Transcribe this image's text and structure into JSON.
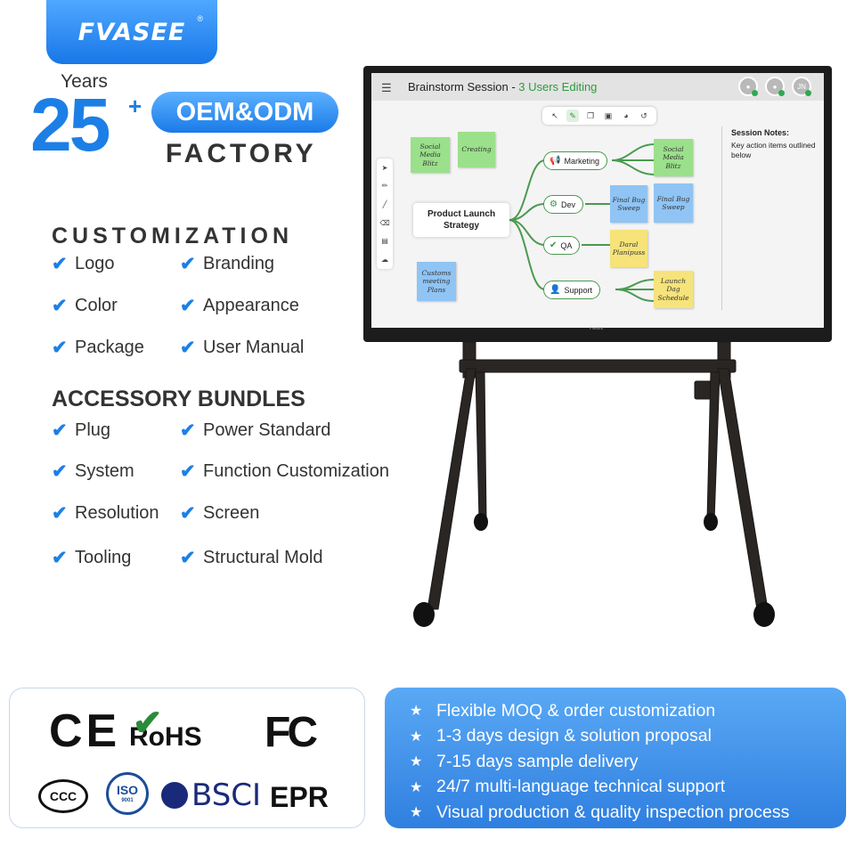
{
  "brand": {
    "name": "FVASEE",
    "trademark": "®"
  },
  "hero": {
    "years_label": "Years",
    "number": "25",
    "plus": "+",
    "pill": "OEM&ODM",
    "factory": "FACTORY"
  },
  "customization": {
    "title": "CUSTOMIZATION",
    "items": [
      "Logo",
      "Branding",
      "Color",
      "Appearance",
      "Package",
      "User Manual"
    ]
  },
  "accessory": {
    "title": "ACCESSORY BUNDLES",
    "items": [
      "Plug",
      "Power Standard",
      "System",
      "Function Customization",
      "Resolution",
      "Screen",
      "Tooling",
      "Structural Mold"
    ]
  },
  "whiteboard": {
    "title": "Brainstorm Session - ",
    "editing": "3 Users Editing",
    "avatar_initials": "JN",
    "notes_title": "Session Notes:",
    "notes_body": "Key action items outlined below",
    "center_node": "Product Launch Strategy",
    "branches": [
      "Marketing",
      "Dev",
      "QA",
      "Support"
    ],
    "stickies": {
      "s1": "Social Media Blitz",
      "s2": "Creating",
      "s3": "Social Media Blitz",
      "s4": "Final Bug Sweep",
      "s5": "Final Bug Sweep",
      "s6": "Daral Planipuss",
      "s7": "Customs meeting Plans",
      "s8": "Launch Dag Schedule"
    },
    "bezel_brand": "FVASEE"
  },
  "certifications": {
    "ce": "CE",
    "rohs": "RoHS",
    "fcc": "FC",
    "ccc": "CCC",
    "iso": "ISO",
    "iso_num": "9001",
    "bsci": "BSCI",
    "epr": "EPR"
  },
  "benefits": [
    "Flexible MOQ & order customization",
    "1-3 days design & solution proposal",
    "7-15 days sample delivery",
    "24/7 multi-language technical support",
    "Visual production & quality inspection process"
  ],
  "colors": {
    "accent": "#1c7fe6",
    "brand_green": "#2e9a3e",
    "panel_blue": "#3c8ce6"
  }
}
